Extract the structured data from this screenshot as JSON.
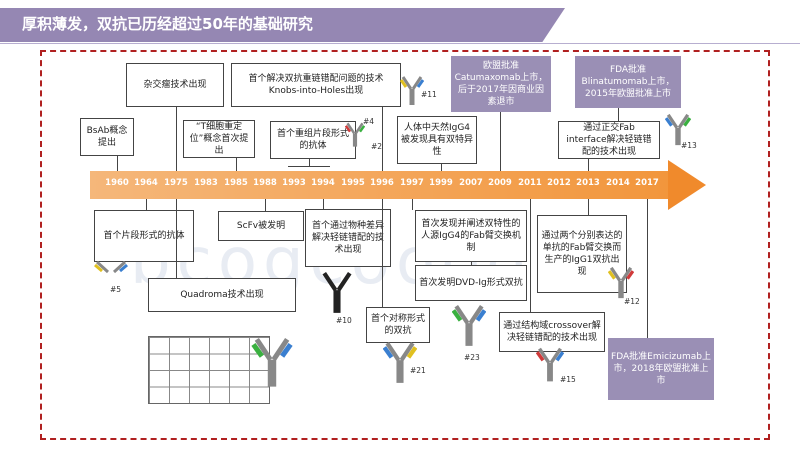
{
  "title": "厚积薄发，双抗已历经超过50年的基础研究",
  "watermark": "bcogcoooo",
  "years": [
    "1960",
    "1964",
    "1975",
    "1983",
    "1985",
    "1988",
    "1993",
    "1994",
    "1995",
    "1996",
    "1997",
    "1999",
    "2007",
    "2009",
    "2011",
    "2012",
    "2013",
    "2014",
    "2017"
  ],
  "top_events": [
    {
      "text": "BsAb概念提出"
    },
    {
      "text": "杂交瘤技术出现"
    },
    {
      "text": "“T细胞重定位”概念首次提出"
    },
    {
      "text": "首个解决双抗重链错配问题的技术Knobs-into-Holes出现"
    },
    {
      "text": "首个重组片段形式的抗体"
    },
    {
      "text": "人体中天然IgG4被发现具有双特异性"
    },
    {
      "text": "欧盟批准Catumaxomab上市，后于2017年因商业因素退市"
    },
    {
      "text": "通过正交Fab interface解决轻链错配的技术出现"
    },
    {
      "text": "FDA批准Blinatumomab上市，2015年欧盟批准上市"
    }
  ],
  "bottom_events": [
    {
      "text": "首个片段形式的抗体"
    },
    {
      "text": "Quadroma技术出现"
    },
    {
      "text": "ScFv被发明"
    },
    {
      "text": "首个通过物种差异解决轻链错配的技术出现"
    },
    {
      "text": "首个对称形式的双抗"
    },
    {
      "text": "首次发现并阐述双特性的人源IgG4的Fab臂交换机制"
    },
    {
      "text": "首次发明DVD-Ig形式双抗"
    },
    {
      "text": "通过结构域crossover解决轻链错配的技术出现"
    },
    {
      "text": "通过两个分别表达的单抗的Fab臂交换而生产的IgG1双抗出现"
    },
    {
      "text": "FDA批准Emicizumab上市，2018年欧盟批准上市"
    }
  ],
  "refs": [
    "#11",
    "#4",
    "#2",
    "#13",
    "#5",
    "#10",
    "#21",
    "#23",
    "#15",
    "#12"
  ],
  "colors": {
    "banner": "#9587b3",
    "timeline": "#f2963c",
    "frame": "#b02020",
    "approval_box": "#9a8fb5"
  },
  "icons": [
    "antibody-icon"
  ]
}
